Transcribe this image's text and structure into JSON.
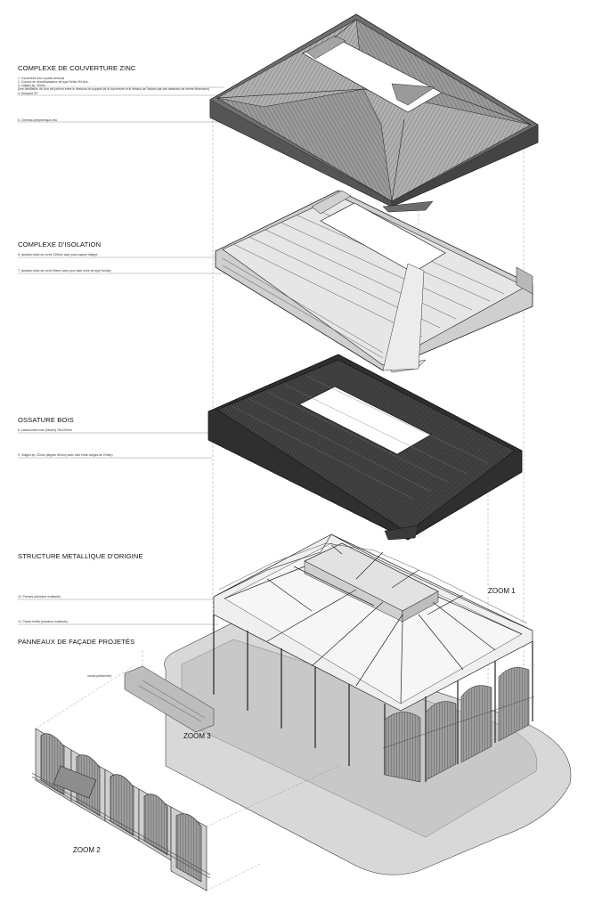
{
  "sections": {
    "zinc": {
      "title": "COMPLEXE DE COUVERTURE ZINC",
      "notes": [
        "1. Couverture zinc à joints debouts",
        "2. Couche de désolidarisation de type Delta VM zinc.",
        "3. Voligés ép. 22mm",
        "(une ventilation de 4cm est prévue entre le dessous du support de la couverture et le dessus de l'isolant par des tasseaux de même dimension)",
        "4. Desserte ZP",
        "5. Chéneau périphérique zinc"
      ]
    },
    "isolation": {
      "title": "COMPLEXE D'ISOLATION",
      "notes": [
        "6. Isolation laine de roche 120mm avec pare vapeur intégré",
        "7. Isolation laine de roche 60mm avec pour face noire de type Nordby"
      ]
    },
    "bois": {
      "title": "OSSATURE BOIS",
      "notes": [
        "8. Lambourdes bois (besoin) 75x120mm",
        "9. Voliges ép. 22mm (largeur 80mm) avec vide entre voliges de 20mm)"
      ]
    },
    "metal": {
      "title": "STRUCTURE METALLIQUE D'ORIGINE",
      "notes": [
        "10. Pannes (structure existante)",
        "11. Poutre treillis (structure existante)"
      ]
    },
    "facade": {
      "title": "PANNEAUX DE FAÇADE PROJETÉS",
      "notes": [
        "Inoxas (ambonnes)"
      ]
    }
  },
  "zooms": {
    "zoom1": "ZOOM 1",
    "zoom2": "ZOOM 2",
    "zoom3": "ZOOM 3"
  },
  "colors": {
    "zinc_roof": "#8a8a8a",
    "insulation": "#e4e4e4",
    "timber": "#3a3a3a",
    "floor": "#d4d4d4",
    "line": "#222222"
  }
}
